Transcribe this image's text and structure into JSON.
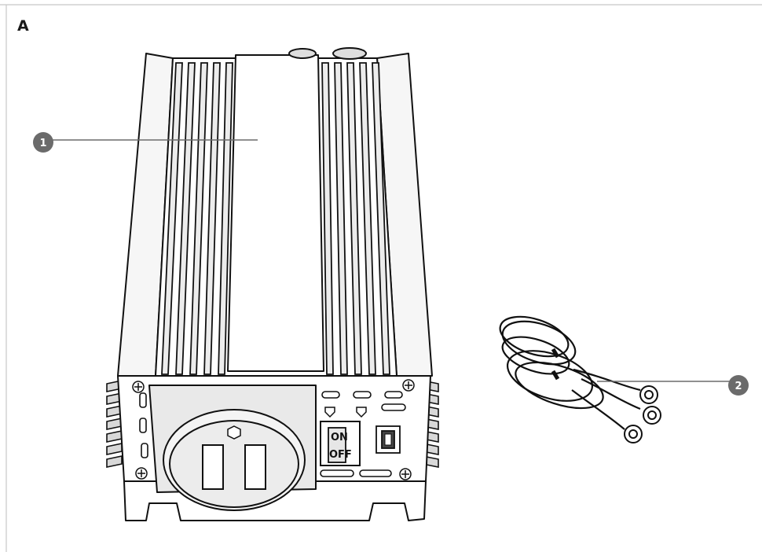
{
  "figure": {
    "letter": "A"
  },
  "callouts": [
    {
      "number": "1"
    },
    {
      "number": "2"
    }
  ],
  "switch": {
    "on_label": "ON",
    "off_label": "OFF"
  },
  "colors": {
    "callout": "#6b6b6b",
    "frame": "#c8c8c8",
    "outline": "#111111",
    "fin_fill": "#ececec",
    "plate_fill": "#e9e9e9"
  },
  "icons": [
    "screw-icon",
    "usb-port-icon",
    "cable-ring-terminal-icon",
    "socket-icon"
  ]
}
